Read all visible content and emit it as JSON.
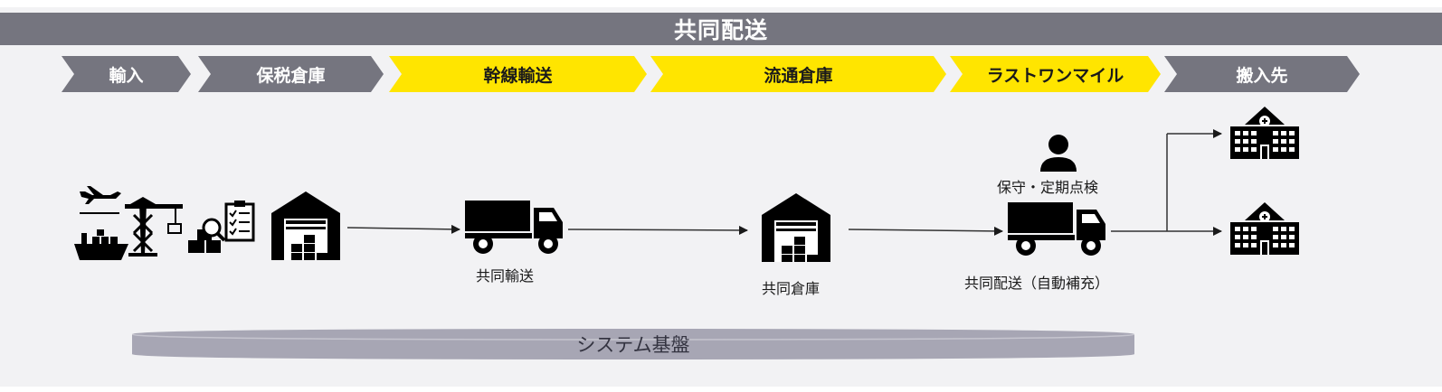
{
  "title": "共同配送",
  "stages": [
    {
      "label": "輸入",
      "style": "gray"
    },
    {
      "label": "保税倉庫",
      "style": "gray"
    },
    {
      "label": "幹線輸送",
      "style": "yellow"
    },
    {
      "label": "流通倉庫",
      "style": "yellow"
    },
    {
      "label": "ラストワンマイル",
      "style": "yellow"
    },
    {
      "label": "搬入先",
      "style": "gray"
    }
  ],
  "nodes": {
    "import_icons": [
      "airplane-icon",
      "crane-icon",
      "ship-icon",
      "inspection-icon",
      "clipboard-icon"
    ],
    "bonded_warehouse_icon": "warehouse-icon",
    "trunk_truck": {
      "icon": "truck-icon",
      "label": "共同輸送"
    },
    "distribution_warehouse": {
      "icon": "warehouse-icon",
      "label": "共同倉庫"
    },
    "maintenance": {
      "icon": "person-icon",
      "label": "保守・定期点検"
    },
    "delivery_truck": {
      "icon": "truck-icon",
      "label": "共同配送（自動補充）"
    },
    "destinations": [
      "hospital-icon",
      "hospital-icon"
    ]
  },
  "system": {
    "label": "システム基盤"
  },
  "colors": {
    "gray": "#75757f",
    "yellow": "#ffe500",
    "background": "#f2f2f4",
    "system_bar": "#a7a6b4",
    "icon": "#000000"
  }
}
